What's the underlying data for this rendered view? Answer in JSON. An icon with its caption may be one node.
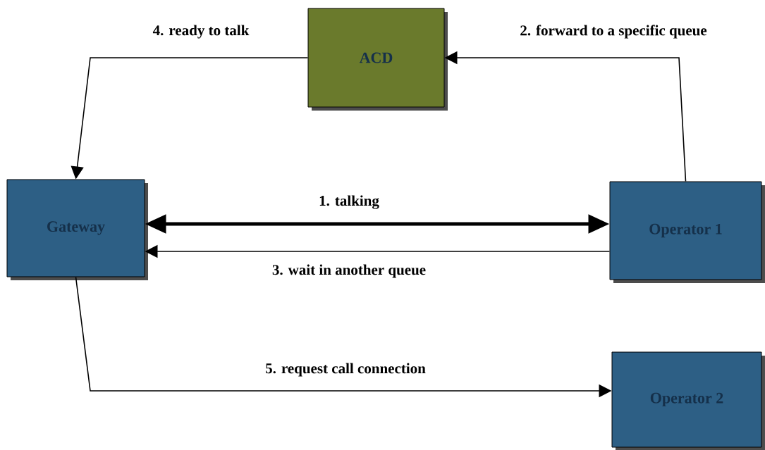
{
  "diagram": {
    "nodes": [
      {
        "text": [
          "ACD"
        ]
      },
      {
        "text": [
          "Gateway"
        ]
      },
      {
        "text": [
          "Operator 1"
        ]
      },
      {
        "text": [
          "Operator 2"
        ]
      }
    ],
    "edges": [
      {
        "from": 1,
        "to": 2,
        "arrow": "both",
        "label": "1. talking",
        "style": "thick"
      },
      {
        "from": 2,
        "to": 0,
        "arrow": "to",
        "label": "2. forward to a specific queue"
      },
      {
        "from": 2,
        "to": 1,
        "arrow": "to",
        "label": "3. wait in another queue"
      },
      {
        "from": 0,
        "to": 1,
        "arrow": "to",
        "label": "4. ready to talk"
      },
      {
        "from": 1,
        "to": 3,
        "arrow": "to",
        "label": "5. request call connection"
      }
    ]
  }
}
